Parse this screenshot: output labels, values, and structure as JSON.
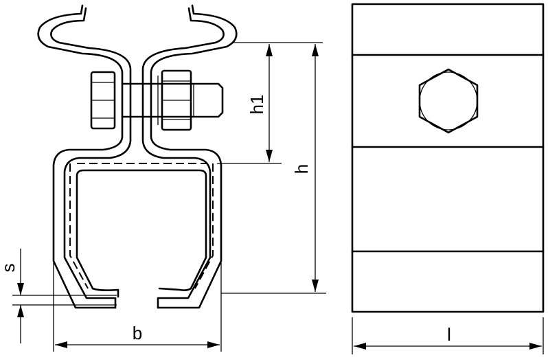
{
  "labels": {
    "h1": "h1",
    "h": "h",
    "s": "s",
    "b": "b",
    "l": "l"
  }
}
